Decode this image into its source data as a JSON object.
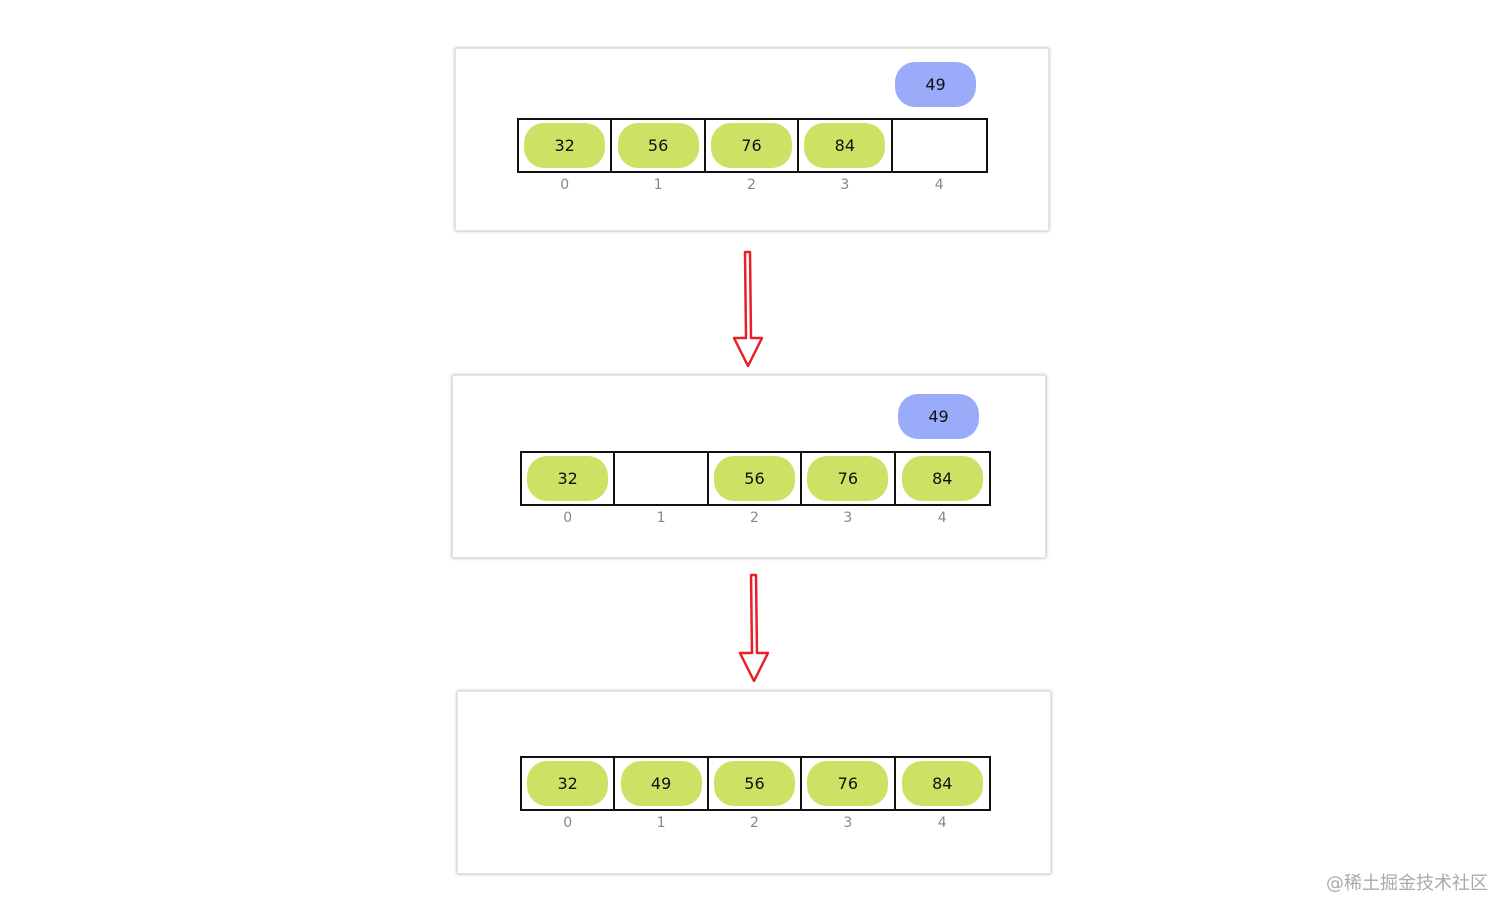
{
  "panels": [
    {
      "floating": "49",
      "cells": [
        {
          "value": "32",
          "index": "0"
        },
        {
          "value": "56",
          "index": "1"
        },
        {
          "value": "76",
          "index": "2"
        },
        {
          "value": "84",
          "index": "3"
        },
        {
          "value": "",
          "index": "4"
        }
      ]
    },
    {
      "floating": "49",
      "cells": [
        {
          "value": "32",
          "index": "0"
        },
        {
          "value": "",
          "index": "1"
        },
        {
          "value": "56",
          "index": "2"
        },
        {
          "value": "76",
          "index": "3"
        },
        {
          "value": "84",
          "index": "4"
        }
      ]
    },
    {
      "floating": "",
      "cells": [
        {
          "value": "32",
          "index": "0"
        },
        {
          "value": "49",
          "index": "1"
        },
        {
          "value": "56",
          "index": "2"
        },
        {
          "value": "76",
          "index": "3"
        },
        {
          "value": "84",
          "index": "4"
        }
      ]
    }
  ],
  "colors": {
    "element": "#cde265",
    "pending": "#9aabfa",
    "arrow": "#e8202a"
  },
  "watermark": "@稀土掘金技术社区"
}
